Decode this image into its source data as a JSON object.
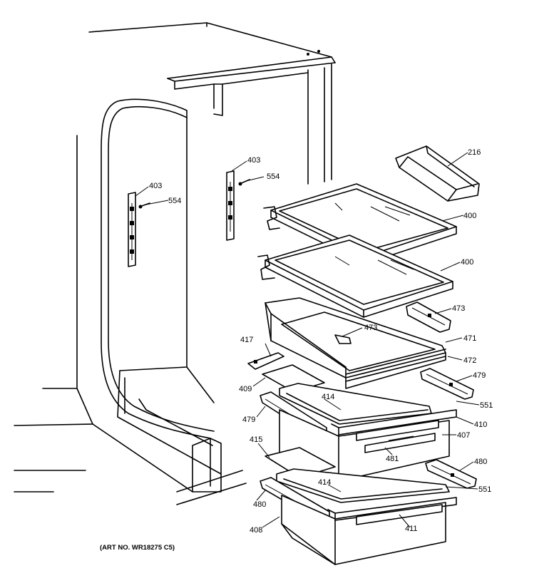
{
  "art_number": "(ART NO. WR18275 C5)",
  "part_labels": {
    "p216": "216",
    "p400a": "400",
    "p400b": "400",
    "p403a": "403",
    "p403b": "403",
    "p554a": "554",
    "p554b": "554",
    "p473a": "473",
    "p473b": "473",
    "p471": "471",
    "p472": "472",
    "p417": "417",
    "p409": "409",
    "p479a": "479",
    "p479b": "479",
    "p414a": "414",
    "p414b": "414",
    "p551a": "551",
    "p551b": "551",
    "p410": "410",
    "p407": "407",
    "p415": "415",
    "p481": "481",
    "p480a": "480",
    "p480b": "480",
    "p408": "408",
    "p411": "411"
  }
}
